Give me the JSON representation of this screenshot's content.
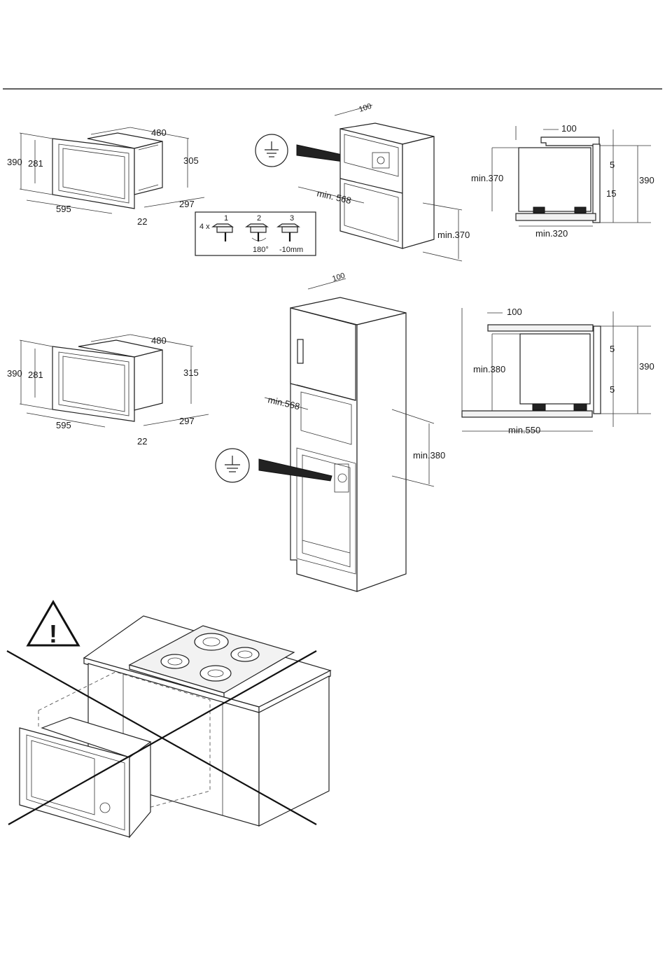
{
  "rule": {
    "color": "#000000"
  },
  "fig1_oven": {
    "depth": "480",
    "height_outer": "390",
    "height_inner": "281",
    "height_side": "305",
    "width": "595",
    "side_depth": "297",
    "front": "22"
  },
  "steps_box": {
    "count_label": "4 x",
    "step1": "1",
    "step2": "2",
    "step3": "3",
    "rotation": "180°",
    "offset": "-10mm"
  },
  "fig1_cabinet": {
    "top_offset": "100",
    "width": "min. 568",
    "height": "min.370"
  },
  "fig1_section": {
    "top_offset": "100",
    "height": "min.370",
    "gap_top": "5",
    "gap_bottom": "15",
    "total_height": "390",
    "depth": "min.320"
  },
  "fig2_oven": {
    "depth": "480",
    "height_outer": "390",
    "height_inner": "281",
    "height_side": "315",
    "width": "595",
    "side_depth": "297",
    "front": "22"
  },
  "fig2_cabinet": {
    "top_offset": "100",
    "width": "min.568",
    "height": "min.380"
  },
  "fig2_section": {
    "top_offset": "100",
    "height": "min.380",
    "gap_top": "5",
    "gap_bottom": "5",
    "total_height": "390",
    "depth": "min.550"
  },
  "warning": {
    "symbol": "!"
  }
}
